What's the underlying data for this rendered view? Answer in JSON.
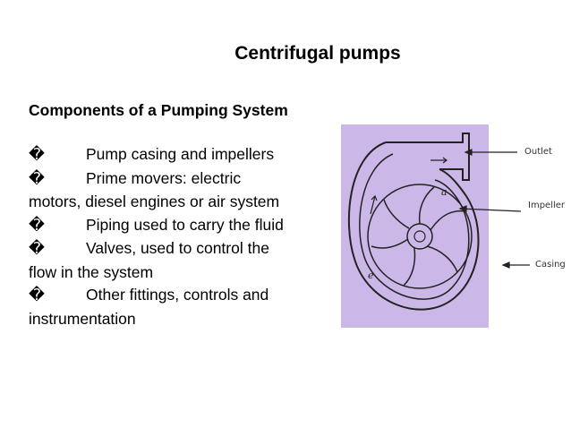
{
  "slide": {
    "title": "Centrifugal pumps",
    "subtitle": "Components of a Pumping System",
    "bullet_glyph": "�",
    "bullets": [
      "Pump casing and impellers",
      "Prime movers: electric motors, diesel engines or air system",
      "Piping used to carry the fluid",
      "Valves, used to control the flow in the system",
      "Other fittings, controls and instrumentation"
    ]
  },
  "figure": {
    "background_color": "#cbb8e8",
    "labels": {
      "outlet": "Outlet",
      "impeller": "Impeller",
      "casing": "Casing"
    }
  }
}
